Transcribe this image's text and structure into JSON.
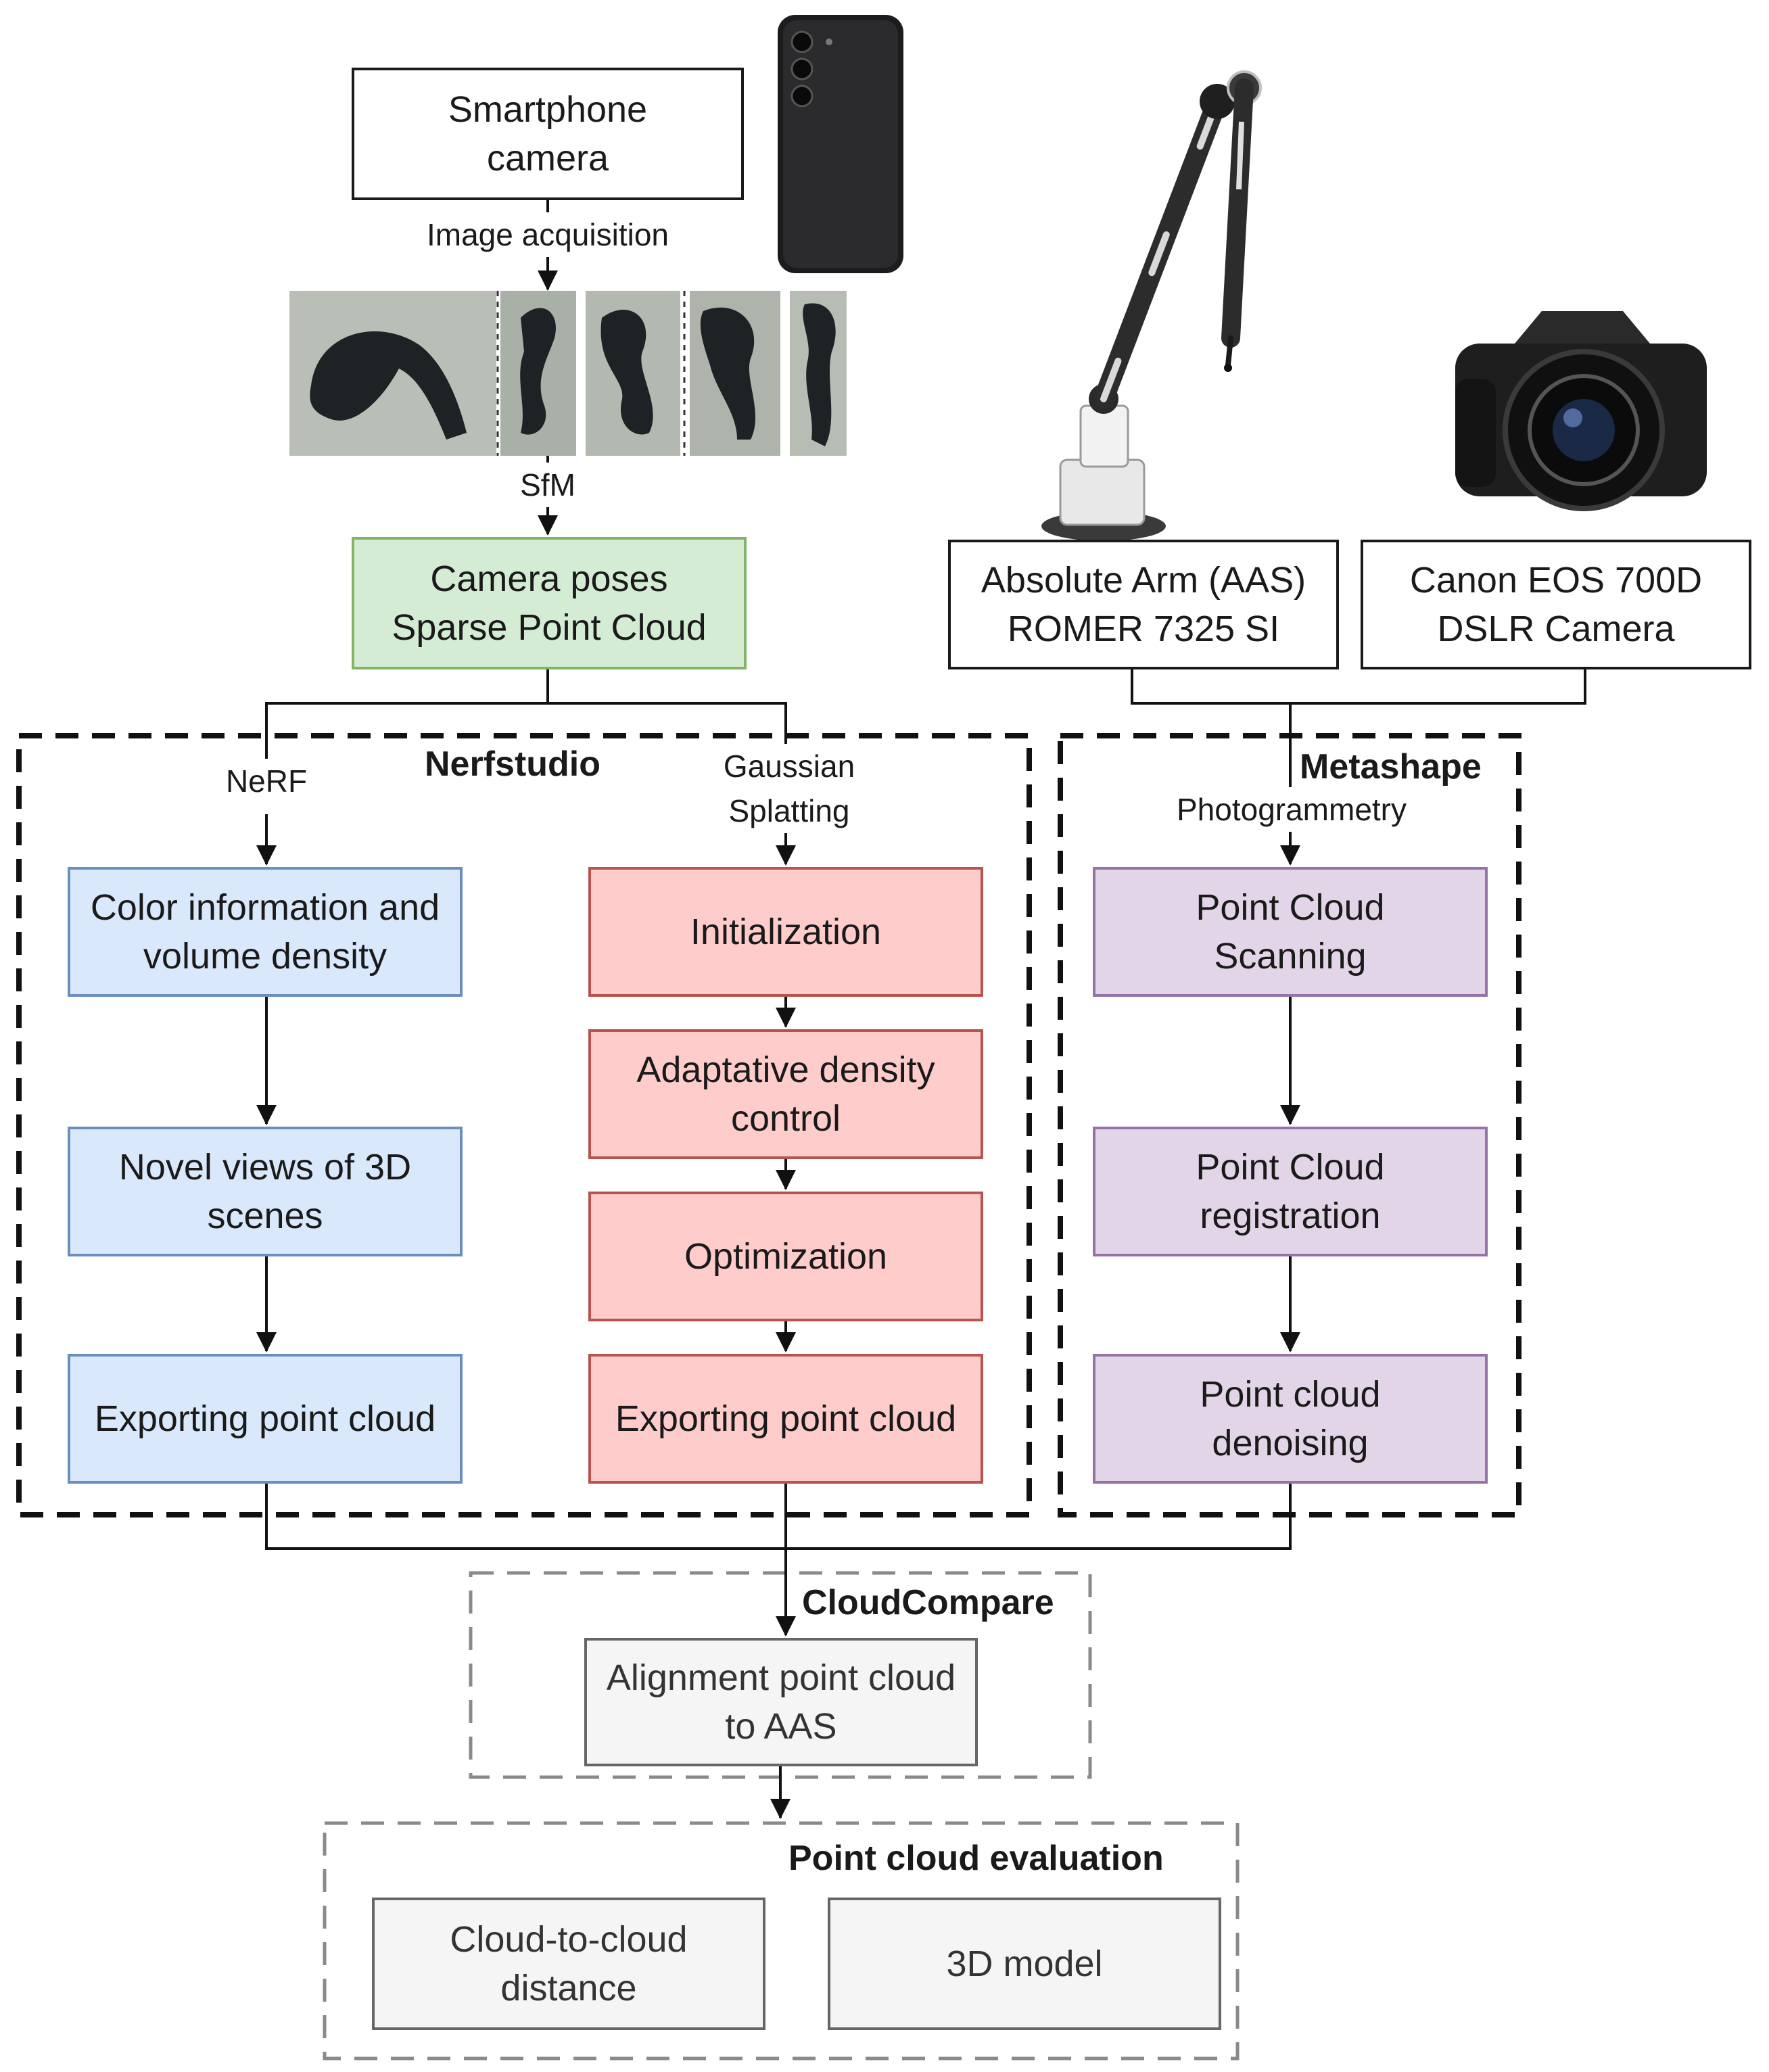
{
  "colors": {
    "green_fill": "#d5ecd4",
    "green_stroke": "#82b366",
    "blue_fill": "#dae8fc",
    "blue_stroke": "#6c8ebf",
    "red_fill": "#ffcccc",
    "red_stroke": "#b85450",
    "purple_fill": "#e1d5e7",
    "purple_stroke": "#9673a6",
    "gray_fill": "#f5f5f5",
    "gray_stroke": "#666666"
  },
  "devices": {
    "smartphone": {
      "label": "Smartphone\ncamera",
      "icon": "smartphone-icon"
    },
    "arm": {
      "label": "Absolute Arm (AAS)\nROMER 7325 SI",
      "icon": "measuring-arm-icon"
    },
    "dslr": {
      "label": "Canon EOS 700D\nDSLR Camera",
      "icon": "dslr-camera-icon"
    }
  },
  "image_strip": {
    "icon": "captured-images-icon",
    "count": 5
  },
  "edges": {
    "image_acquisition": "Image acquisition",
    "sfm": "SfM",
    "nerf": "NeRF",
    "gaussian": "Gaussian\nSplatting",
    "photogrammetry": "Photogrammetry"
  },
  "sfm_output": "Camera poses\nSparse Point Cloud",
  "groups": {
    "nerfstudio": "Nerfstudio",
    "metashape": "Metashape",
    "cloudcompare": "CloudCompare",
    "evaluation": "Point cloud evaluation"
  },
  "nerf_steps": [
    "Color information and\nvolume density",
    "Novel views of 3D\nscenes",
    "Exporting point cloud"
  ],
  "gs_steps": [
    "Initialization",
    "Adaptative density\ncontrol",
    "Optimization",
    "Exporting point cloud"
  ],
  "metashape_steps": [
    "Point Cloud\nScanning",
    "Point Cloud\nregistration",
    "Point cloud\ndenoising"
  ],
  "alignment": "Alignment point cloud\nto AAS",
  "evaluation_items": [
    "Cloud-to-cloud\ndistance",
    "3D model"
  ]
}
